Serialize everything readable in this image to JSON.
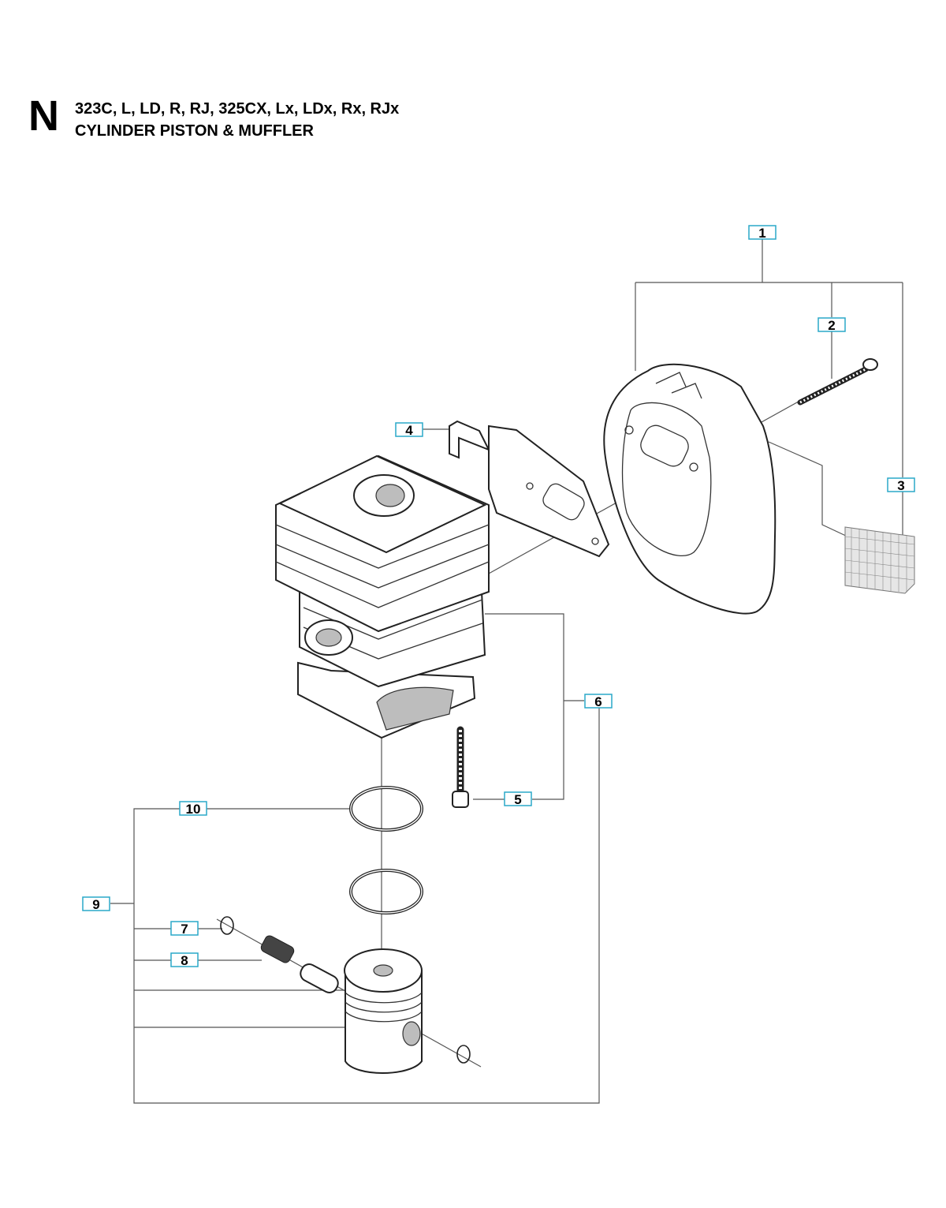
{
  "header": {
    "section_letter": "N",
    "models": "323C, L, LD, R, RJ, 325CX, Lx, LDx, Rx, RJx",
    "title": "CYLINDER PISTON & MUFFLER"
  },
  "colors": {
    "callout_border": "#2aa9c9",
    "line": "#555555"
  },
  "callouts": [
    {
      "id": "1",
      "label": "1"
    },
    {
      "id": "2",
      "label": "2"
    },
    {
      "id": "3",
      "label": "3"
    },
    {
      "id": "4",
      "label": "4"
    },
    {
      "id": "5",
      "label": "5"
    },
    {
      "id": "6",
      "label": "6"
    },
    {
      "id": "7",
      "label": "7"
    },
    {
      "id": "8",
      "label": "8"
    },
    {
      "id": "9",
      "label": "9"
    },
    {
      "id": "10",
      "label": "10"
    }
  ]
}
